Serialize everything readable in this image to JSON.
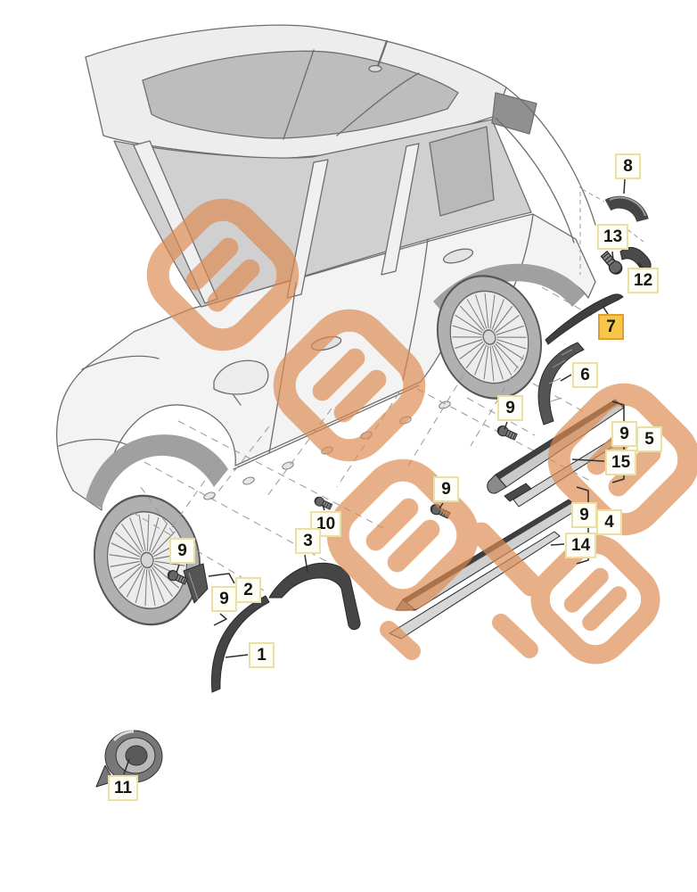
{
  "page": {
    "background": "#ffffff"
  },
  "colors": {
    "callout_fill": "#fffef6",
    "callout_border": "#eae0a4",
    "highlight_fill": "#f6c648",
    "highlight_border": "#df9f2e",
    "watermark_orange": "#de8b50",
    "part_dark": "#454545",
    "car_line": "#6e6e6e"
  },
  "callouts": {
    "c1": {
      "number": "1"
    },
    "c2": {
      "number": "2"
    },
    "c3": {
      "number": "3"
    },
    "c4": {
      "number": "4"
    },
    "c5": {
      "number": "5"
    },
    "c6": {
      "number": "6"
    },
    "c7": {
      "number": "7",
      "highlighted": true
    },
    "c8": {
      "number": "8"
    },
    "c9a": {
      "number": "9"
    },
    "c9b": {
      "number": "9"
    },
    "c9c": {
      "number": "9"
    },
    "c9d": {
      "number": "9"
    },
    "c9e": {
      "number": "9"
    },
    "c9f": {
      "number": "9"
    },
    "c10": {
      "number": "10"
    },
    "c11": {
      "number": "11"
    },
    "c12": {
      "number": "12"
    },
    "c13": {
      "number": "13"
    },
    "c14": {
      "number": "14"
    },
    "c15": {
      "number": "15"
    }
  }
}
